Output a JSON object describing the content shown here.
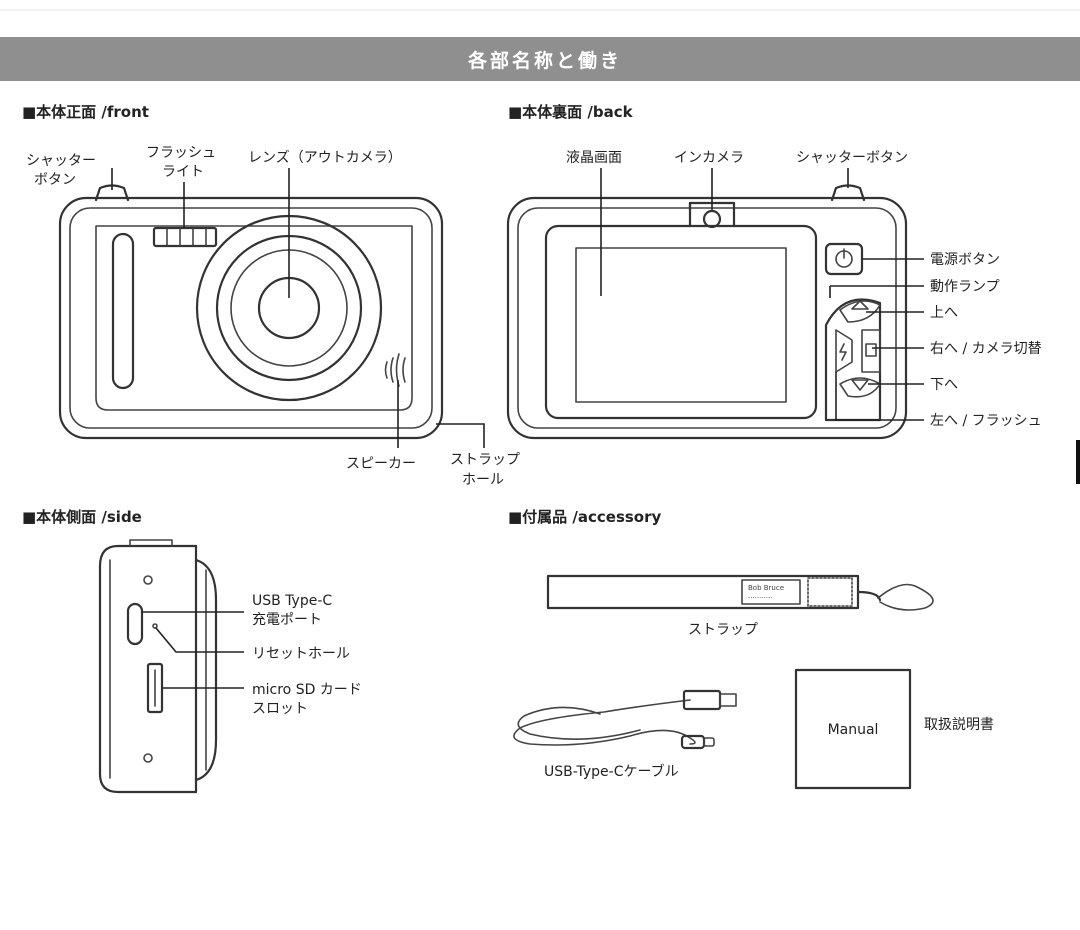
{
  "title": "各部名称と働き",
  "colors": {
    "banner": "#8f8f8f",
    "line": "#333333"
  },
  "sections": {
    "front": "■本体正面 /front",
    "back": "■本体裏面 /back",
    "side": "■本体側面 /side",
    "accessory": "■付属品 /accessory"
  },
  "front_labels": {
    "shutter_1": "シャッター",
    "shutter_2": "ボタン",
    "flash_1": "フラッシュ",
    "flash_2": "ライト",
    "lens": "レンズ（アウトカメラ）",
    "speaker": "スピーカー",
    "strap_hole_1": "ストラップ",
    "strap_hole_2": "ホール"
  },
  "back_labels": {
    "lcd": "液晶画面",
    "in_camera": "インカメラ",
    "shutter": "シャッターボタン",
    "power": "電源ボタン",
    "lamp": "動作ランプ",
    "up": "上へ",
    "right": "右へ / カメラ切替",
    "down": "下へ",
    "left": "左へ / フラッシュ"
  },
  "side_labels": {
    "usb_1": "USB Type-C",
    "usb_2": "充電ポート",
    "reset": "リセットホール",
    "sd_1": "micro SD カード",
    "sd_2": "スロット"
  },
  "accessory_labels": {
    "strap": "ストラップ",
    "strap_tag_1": "Bob Bruce",
    "strap_tag_2": "···········",
    "cable": "USB-Type-Cケーブル",
    "manual_box": "Manual",
    "manual": "取扱説明書"
  }
}
